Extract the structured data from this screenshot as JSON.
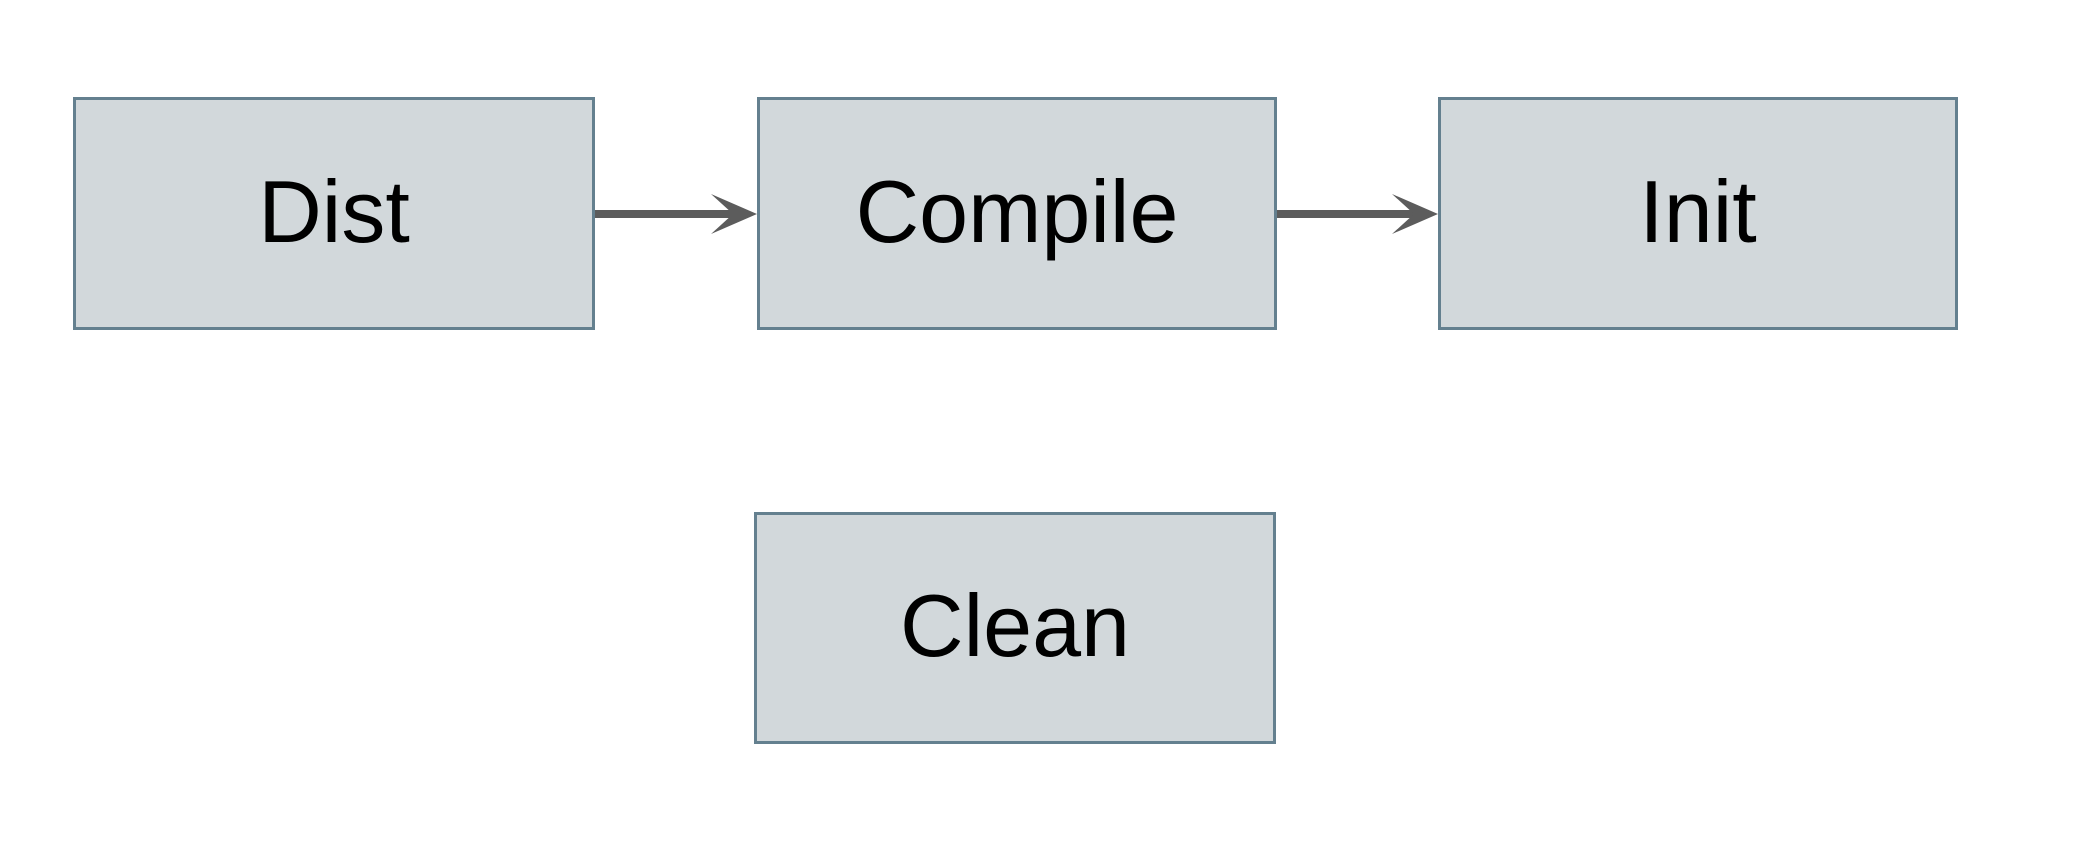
{
  "style": {
    "canvas_bg": "#ffffff",
    "node_fill": "#d2d8db",
    "node_border": "#64808f",
    "arrow_color": "#5c5c5c",
    "label_color": "#000000"
  },
  "diagram": {
    "nodes": [
      {
        "id": "dist",
        "label": "Dist"
      },
      {
        "id": "compile",
        "label": "Compile"
      },
      {
        "id": "init",
        "label": "Init"
      },
      {
        "id": "clean",
        "label": "Clean"
      }
    ],
    "edges": [
      {
        "from": "Dist",
        "to": "Compile",
        "direction": "right"
      },
      {
        "from": "Compile",
        "to": "Init",
        "direction": "right"
      }
    ]
  }
}
